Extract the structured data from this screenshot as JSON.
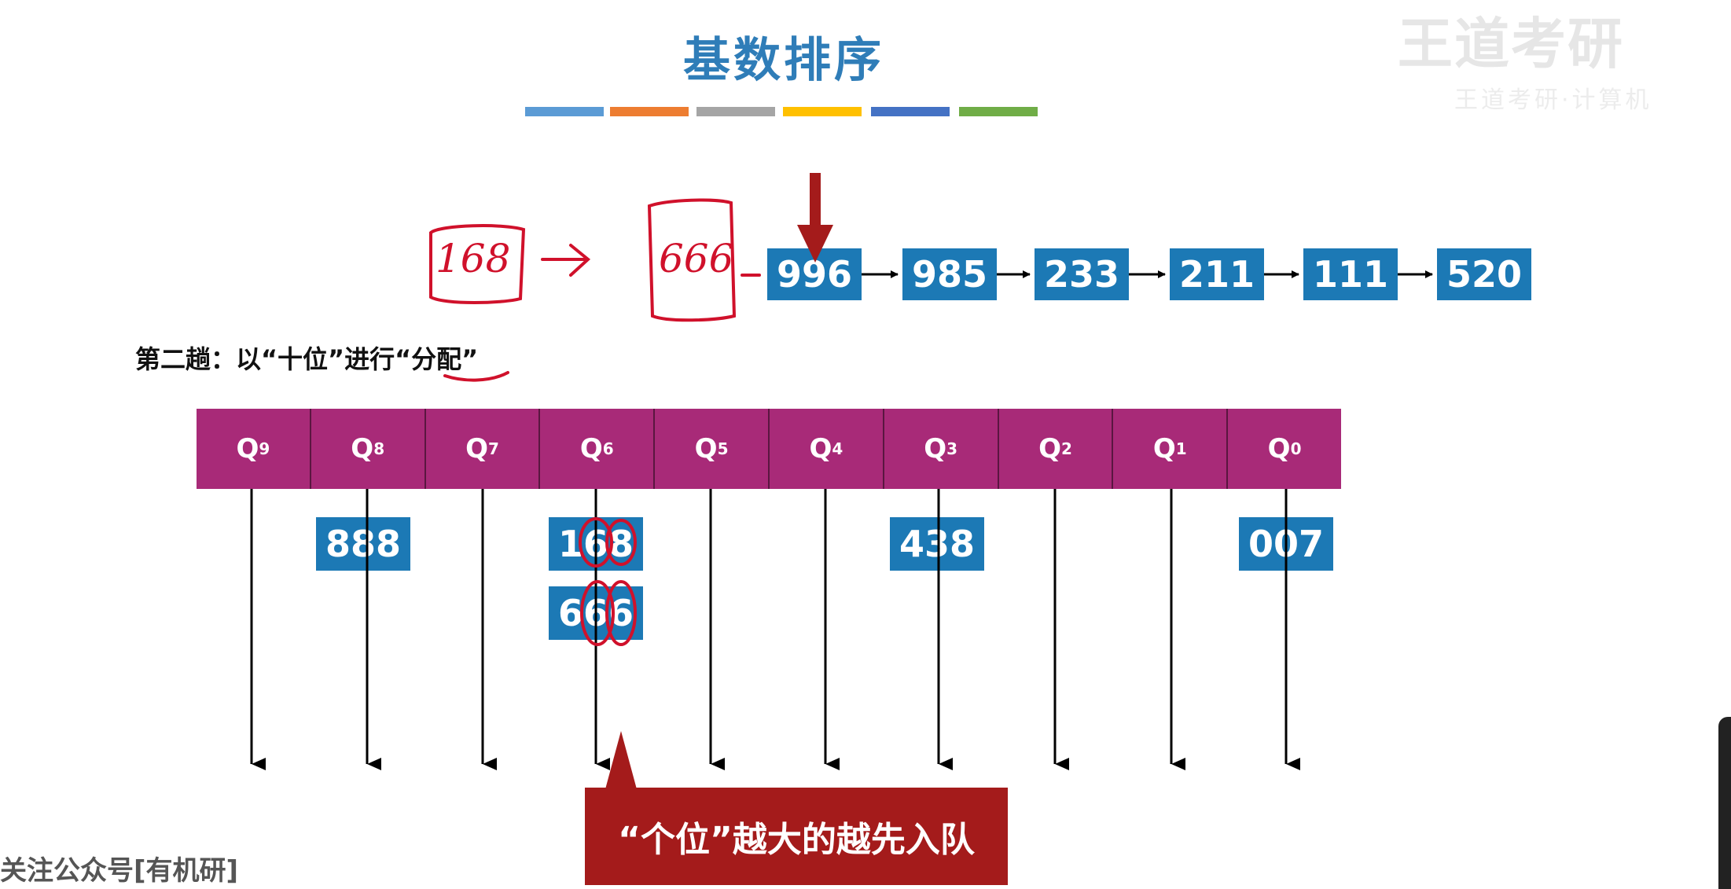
{
  "title": "基数排序",
  "watermark": {
    "brand": "王道考研",
    "tagline": "王道考研·计算机"
  },
  "colors": {
    "title": "#2f7db8",
    "box": "#1c79b5",
    "queue_bar": "#a82a78",
    "callout": "#a41b1b",
    "handwriting": "#d0112b",
    "colorbar": [
      "#5b9bd5",
      "#ed7d31",
      "#a5a5a5",
      "#ffc000",
      "#4472c4",
      "#70ad47"
    ]
  },
  "list": {
    "pending_handwritten": [
      "168",
      "666"
    ],
    "values": [
      "996",
      "985",
      "233",
      "211",
      "111",
      "520"
    ]
  },
  "pass_label": "第二趟：以“十位”进行“分配”",
  "queues": [
    {
      "label": "Q",
      "sub": "9",
      "items": []
    },
    {
      "label": "Q",
      "sub": "8",
      "items": [
        "888"
      ]
    },
    {
      "label": "Q",
      "sub": "7",
      "items": []
    },
    {
      "label": "Q",
      "sub": "6",
      "items": [
        "168",
        "666"
      ]
    },
    {
      "label": "Q",
      "sub": "5",
      "items": []
    },
    {
      "label": "Q",
      "sub": "4",
      "items": []
    },
    {
      "label": "Q",
      "sub": "3",
      "items": [
        "438"
      ]
    },
    {
      "label": "Q",
      "sub": "2",
      "items": []
    },
    {
      "label": "Q",
      "sub": "1",
      "items": []
    },
    {
      "label": "Q",
      "sub": "0",
      "items": [
        "007"
      ]
    }
  ],
  "callout": "“个位”越大的越先入队",
  "footer": "关注公众号[有机研]"
}
